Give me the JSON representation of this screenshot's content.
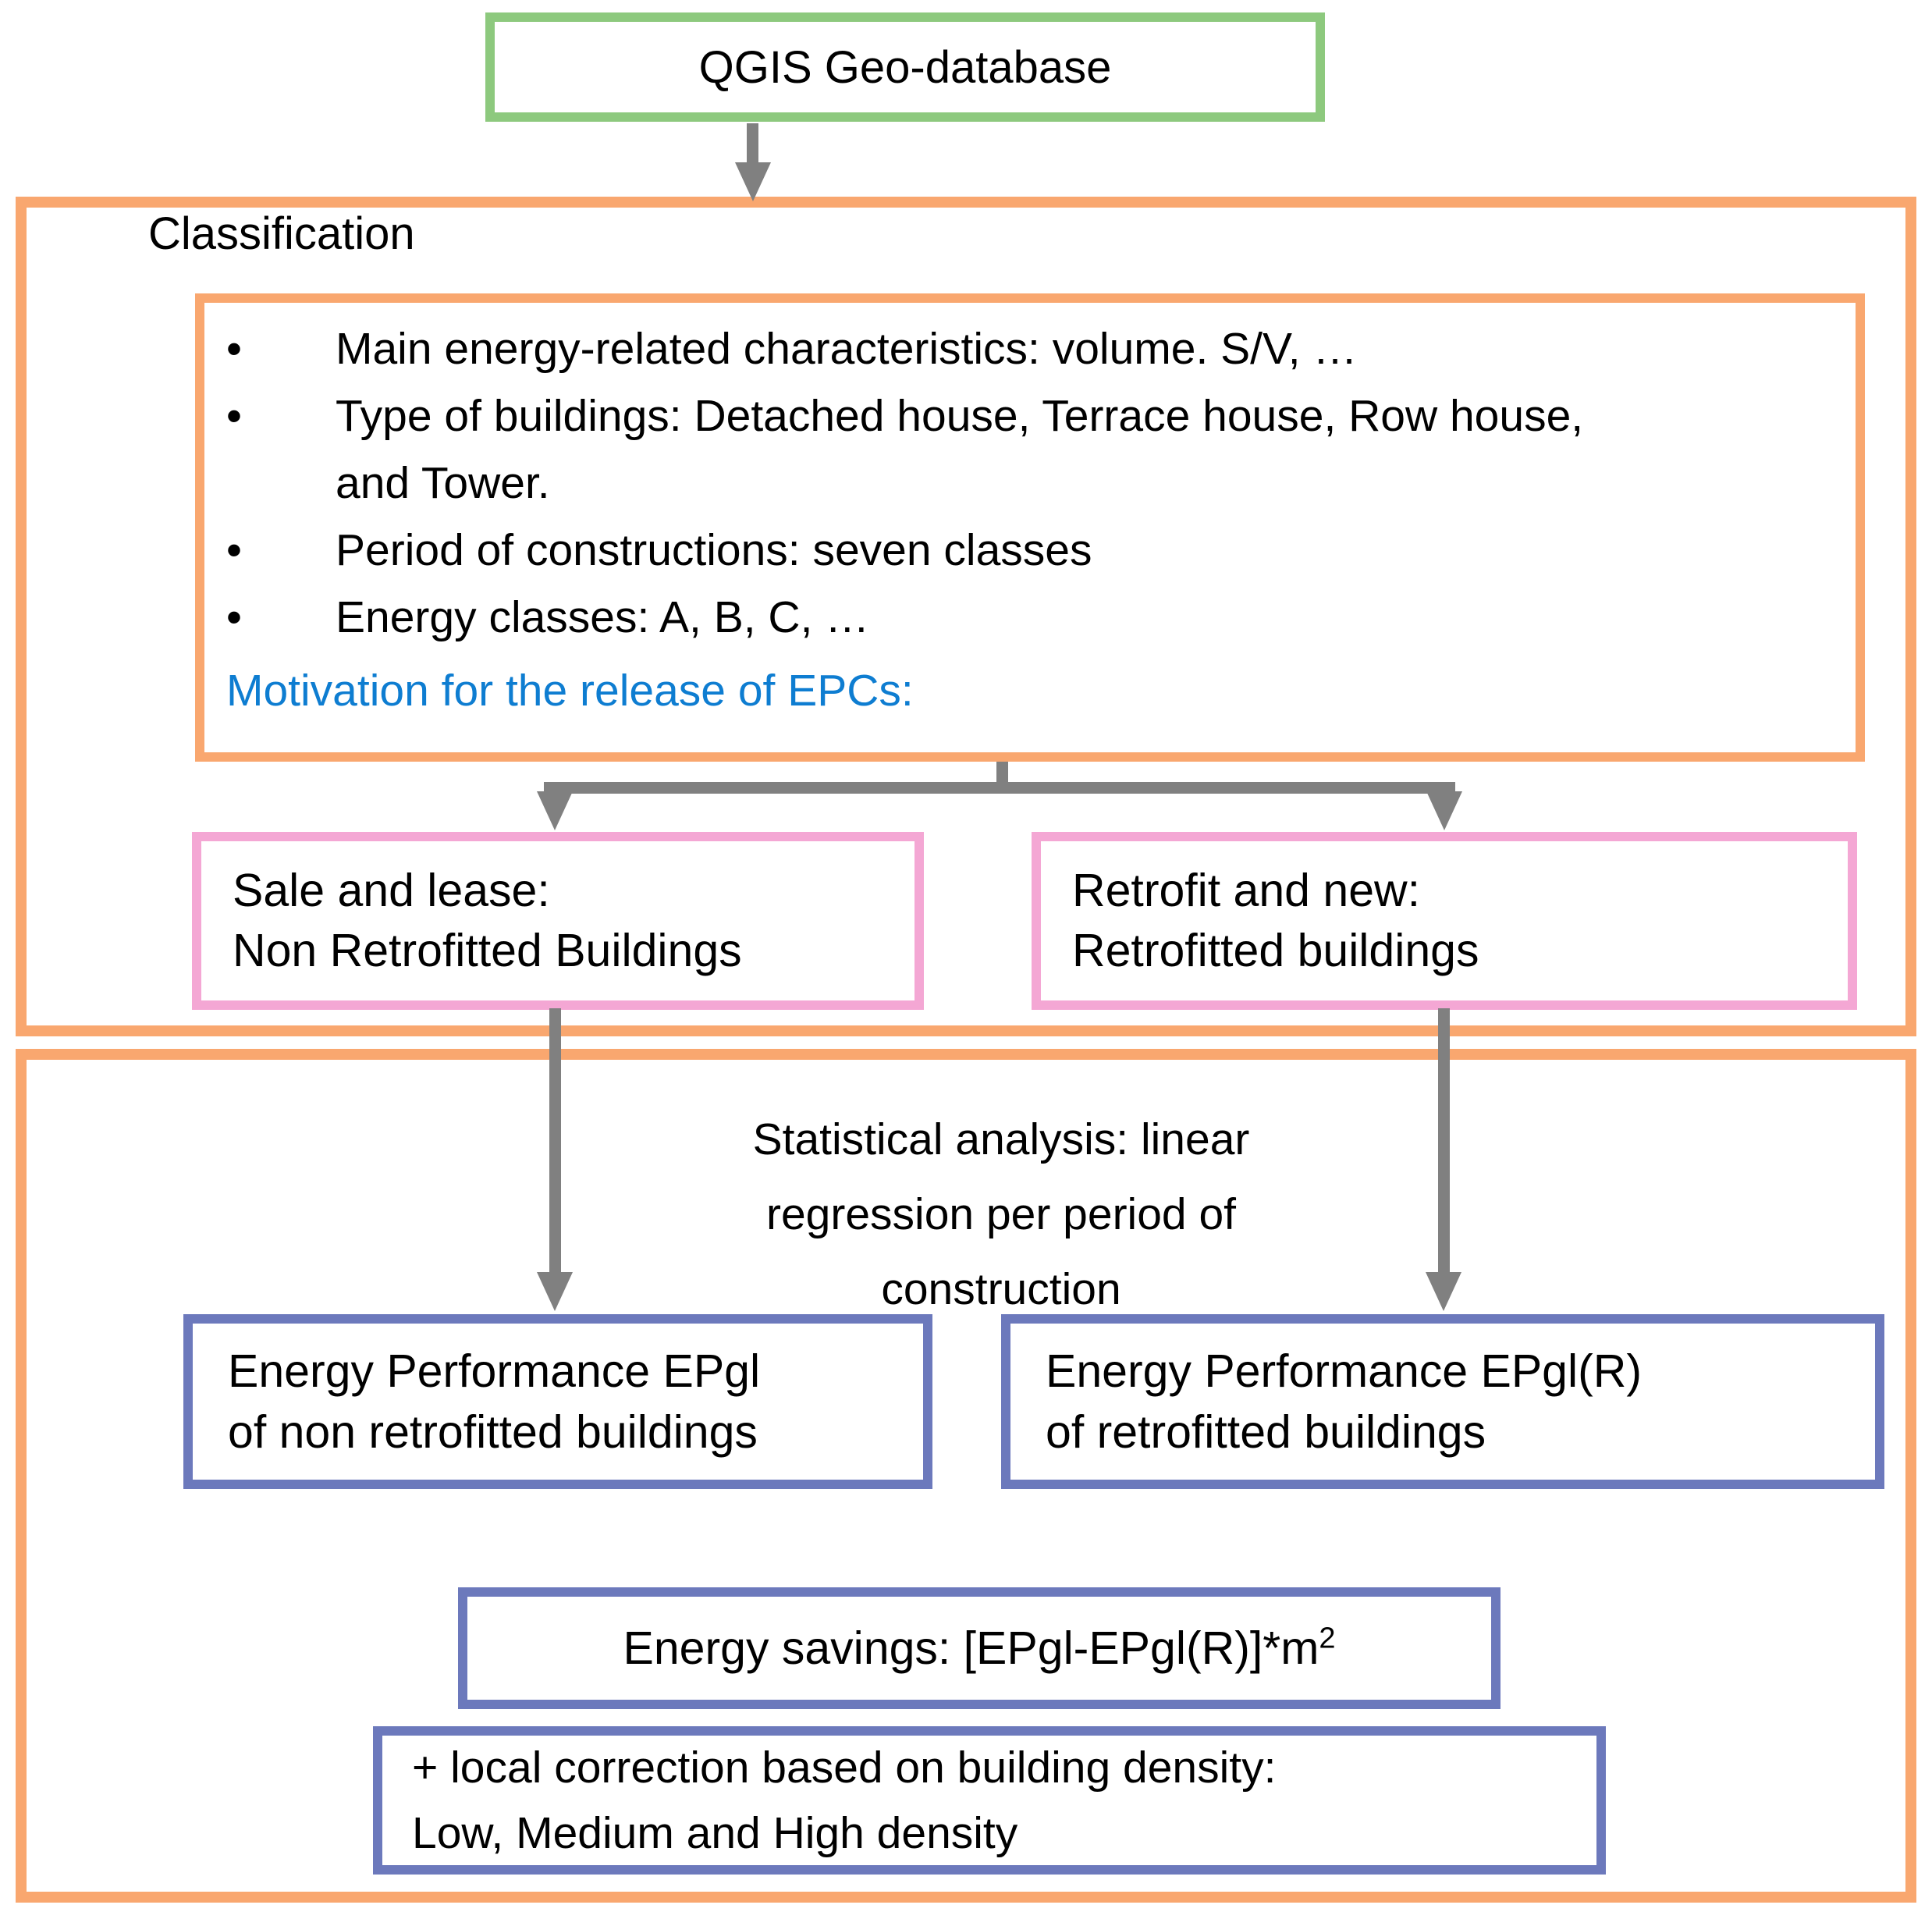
{
  "colors": {
    "green_border": "#8dc97e",
    "orange_border": "#f9a76f",
    "pink_border": "#f4a7d4",
    "blue_purple_border": "#6c79bc",
    "arrow_gray": "#808080",
    "motivation_blue": "#0e7dd1"
  },
  "top_box": {
    "label": "QGIS Geo-database"
  },
  "classification": {
    "title": "Classification",
    "bullets": [
      "Main energy-related characteristics: volume. S/V, …",
      "Type of buildings: Detached house, Terrace house, Row house, and Tower.",
      "Period of constructions: seven classes",
      "Energy classes: A, B, C, …"
    ],
    "motivation": "Motivation for the release of EPCs:"
  },
  "branches": {
    "left": {
      "line1": "Sale and lease:",
      "line2": "Non Retrofitted Buildings"
    },
    "right": {
      "line1": "Retrofit and new:",
      "line2": "Retrofitted buildings"
    }
  },
  "analysis": {
    "lines": [
      "Statistical analysis: linear",
      "regression per period of",
      "construction"
    ]
  },
  "results": {
    "left": {
      "line1": "Energy Performance EPgl",
      "line2": "of non retrofitted buildings"
    },
    "right": {
      "line1": "Energy Performance EPgl(R)",
      "line2": "of retrofitted buildings"
    }
  },
  "savings": {
    "text": "Energy savings: [EPgl-EPgl(R)]*m",
    "sup": "2"
  },
  "correction": {
    "line1": "+ local correction based on building density:",
    "line2": "Low, Medium and High density"
  }
}
